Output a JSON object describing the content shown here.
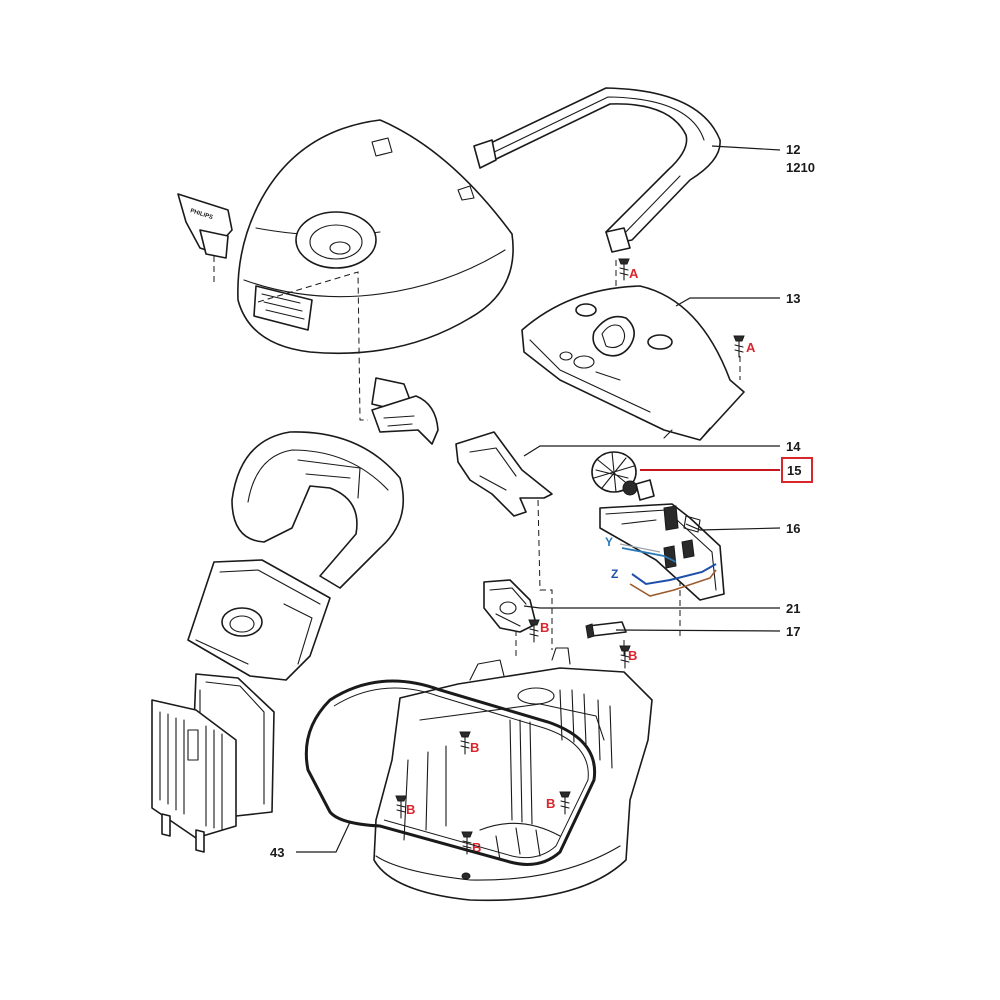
{
  "callouts": {
    "handle_number": "12",
    "handle_variant": "1210",
    "top_cover": "13",
    "bag_holder_latch": "14",
    "highlighted_part": "15",
    "pcb_module": "16",
    "cable_clip": "17",
    "cable_reel": "21",
    "gasket": "43"
  },
  "screw_labels": {
    "handle_screw_left": "A",
    "handle_screw_right": "A",
    "cable_reel_screw": "B",
    "clip_screw": "B",
    "housing_screw_1": "B",
    "housing_screw_2": "B",
    "housing_screw_3": "B",
    "housing_screw_4": "B"
  },
  "wire_labels": {
    "wire_y": "Y",
    "wire_z": "Z"
  },
  "brand_text": "PHILIPS",
  "colors": {
    "screw_label": "#d9262c",
    "highlight_box": "#d9262c",
    "highlight_leader": "#c4161c",
    "wire_y": "#2a7ab8",
    "wire_z": "#1f4fa8",
    "wire_brown": "#9a5a2c",
    "line_art": "#1a1a1a"
  }
}
